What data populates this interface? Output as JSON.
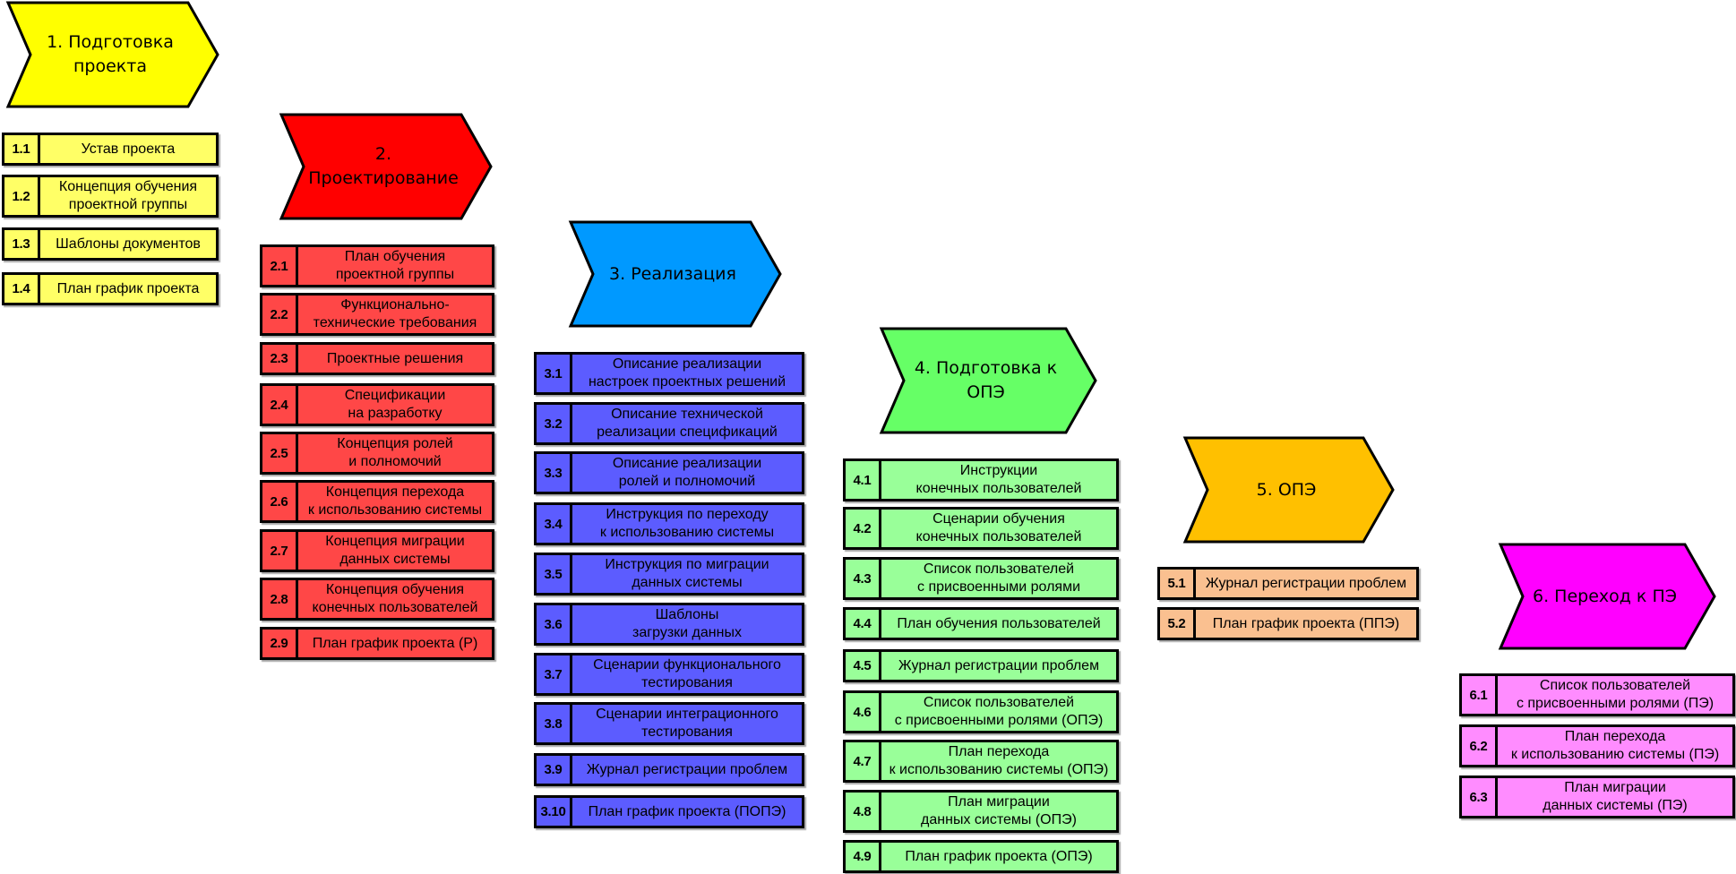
{
  "phases": [
    {
      "label": "1. Подготовка\nпроекта",
      "color": "#FFFF00",
      "item_color": "#FFFF66",
      "items": [
        {
          "num": "1.1",
          "text": "Устав проекта"
        },
        {
          "num": "1.2",
          "text": "Концепция обучения\nпроектной группы"
        },
        {
          "num": "1.3",
          "text": "Шаблоны документов"
        },
        {
          "num": "1.4",
          "text": "План график проекта"
        }
      ]
    },
    {
      "label": "2. Проектирование",
      "color": "#FF0000",
      "item_color": "#FF4747",
      "items": [
        {
          "num": "2.1",
          "text": "План обучения\nпроектной группы"
        },
        {
          "num": "2.2",
          "text": "Функционально-\nтехнические требования"
        },
        {
          "num": "2.3",
          "text": "Проектные решения"
        },
        {
          "num": "2.4",
          "text": "Спецификации\nна разработку"
        },
        {
          "num": "2.5",
          "text": "Концепция ролей\nи полномочий"
        },
        {
          "num": "2.6",
          "text": "Концепция перехода\nк использованию системы"
        },
        {
          "num": "2.7",
          "text": "Концепция миграции\nданных системы"
        },
        {
          "num": "2.8",
          "text": "Концепция обучения\nконечных пользователей"
        },
        {
          "num": "2.9",
          "text": "План график проекта (Р)"
        }
      ]
    },
    {
      "label": "3. Реализация",
      "color": "#0099FF",
      "item_color": "#5C5CFF",
      "items": [
        {
          "num": "3.1",
          "text": "Описание реализации\nнастроек проектных решений"
        },
        {
          "num": "3.2",
          "text": "Описание технической\nреализации спецификаций"
        },
        {
          "num": "3.3",
          "text": "Описание реализации\nролей и полномочий"
        },
        {
          "num": "3.4",
          "text": "Инструкция по переходу\nк использованию системы"
        },
        {
          "num": "3.5",
          "text": "Инструкция по миграции\nданных системы"
        },
        {
          "num": "3.6",
          "text": "Шаблоны\nзагрузки данных"
        },
        {
          "num": "3.7",
          "text": "Сценарии функционального\nтестирования"
        },
        {
          "num": "3.8",
          "text": "Сценарии интеграционного\nтестирования"
        },
        {
          "num": "3.9",
          "text": "Журнал регистрации проблем"
        },
        {
          "num": "3.10",
          "text": "План график проекта (ПОПЭ)"
        }
      ]
    },
    {
      "label": "4. Подготовка к ОПЭ",
      "color": "#66FF66",
      "item_color": "#99FF99",
      "items": [
        {
          "num": "4.1",
          "text": "Инструкции\nконечных пользователей"
        },
        {
          "num": "4.2",
          "text": "Сценарии обучения\nконечных пользователей"
        },
        {
          "num": "4.3",
          "text": "Список пользователей\nс присвоенными ролями"
        },
        {
          "num": "4.4",
          "text": "План обучения пользователей"
        },
        {
          "num": "4.5",
          "text": "Журнал регистрации проблем"
        },
        {
          "num": "4.6",
          "text": "Список пользователей\nс присвоенными ролями (ОПЭ)"
        },
        {
          "num": "4.7",
          "text": "План перехода\nк использованию системы (ОПЭ)"
        },
        {
          "num": "4.8",
          "text": "План миграции\nданных системы (ОПЭ)"
        },
        {
          "num": "4.9",
          "text": "План график проекта (ОПЭ)"
        }
      ]
    },
    {
      "label": "5. ОПЭ",
      "color": "#FFC000",
      "item_color": "#FAC090",
      "items": [
        {
          "num": "5.1",
          "text": "Журнал регистрации проблем"
        },
        {
          "num": "5.2",
          "text": "План график проекта (ППЭ)"
        }
      ]
    },
    {
      "label": "6. Переход к ПЭ",
      "color": "#FF00FF",
      "item_color": "#FF8CFF",
      "items": [
        {
          "num": "6.1",
          "text": "Список пользователей\nс присвоенными ролями (ПЭ)"
        },
        {
          "num": "6.2",
          "text": "План перехода\nк использованию системы (ПЭ)"
        },
        {
          "num": "6.3",
          "text": "План миграции\nданных системы (ПЭ)"
        }
      ]
    }
  ]
}
